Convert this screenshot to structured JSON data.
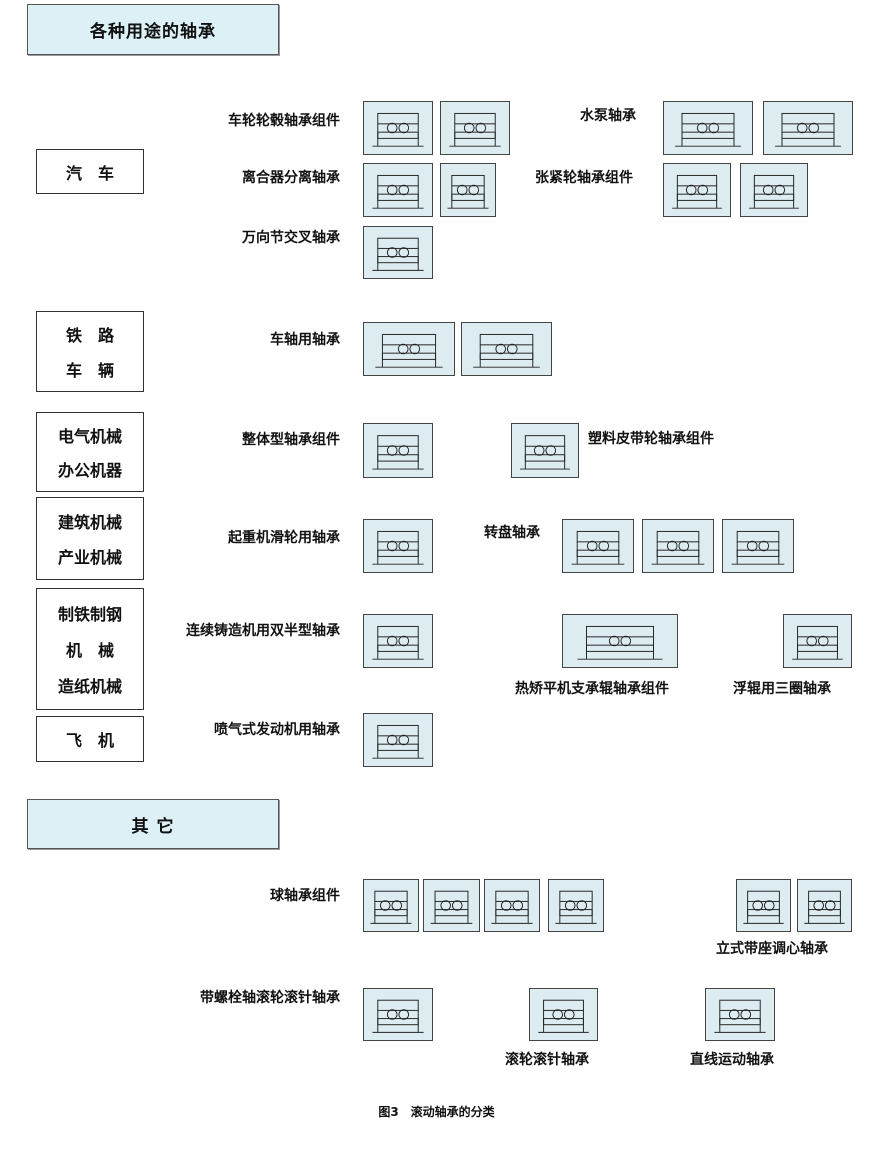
{
  "headers": {
    "uses": "各种用途的轴承",
    "other": "其 它"
  },
  "categories": {
    "car": [
      "汽　车"
    ],
    "rail": [
      "铁　路",
      "车　辆"
    ],
    "electric": [
      "电气机械",
      "办公机器"
    ],
    "construction": [
      "建筑机械",
      "产业机械"
    ],
    "steel": [
      "制铁制钢",
      "机　械",
      "造纸机械"
    ],
    "aircraft": [
      "飞　机"
    ]
  },
  "labels": {
    "hub": "车轮轮毂轴承组件",
    "clutch": "离合器分离轴承",
    "ujoint": "万向节交叉轴承",
    "water_pump": "水泵轴承",
    "tensioner": "张紧轮轴承组件",
    "axle": "车轴用轴承",
    "integral": "整体型轴承组件",
    "plastic_pulley": "塑料皮带轮轴承组件",
    "crane": "起重机滑轮用轴承",
    "slewing": "转盘轴承",
    "casting": "连续铸造机用双半型轴承",
    "leveler": "热矫平机支承辊轴承组件",
    "float_roll": "浮辊用三圈轴承",
    "jet": "喷气式发动机用轴承",
    "ball_unit": "球轴承组件",
    "pillow": "立式带座调心轴承",
    "stud": "带螺栓轴滚轮滚针轴承",
    "roller_needle": "滚轮滚针轴承",
    "linear": "直线运动轴承"
  },
  "caption": "图3　滚动轴承的分类"
}
